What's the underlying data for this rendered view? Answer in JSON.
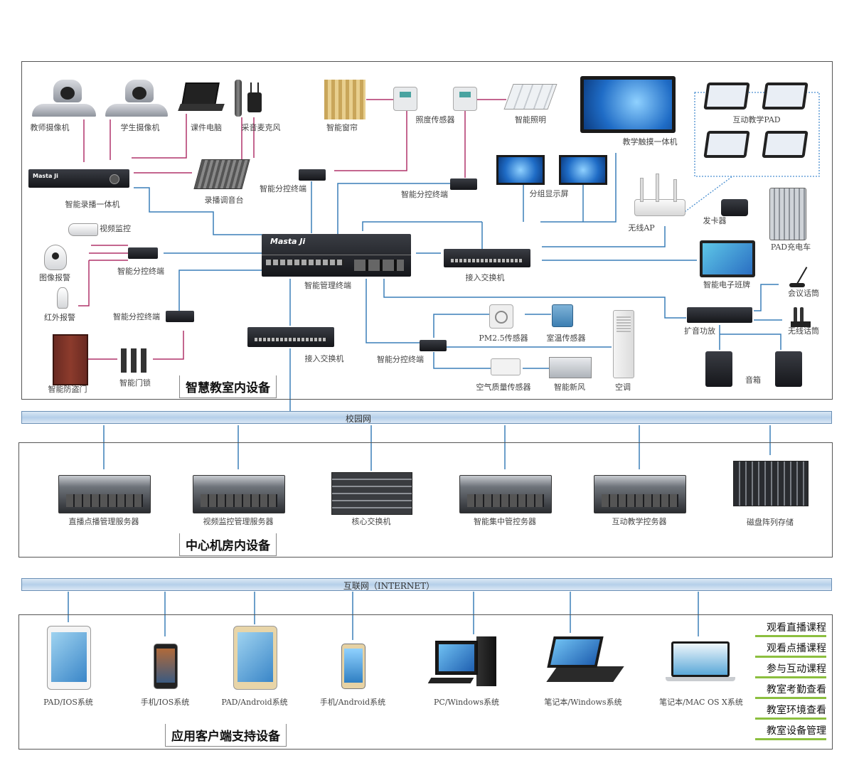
{
  "sections": {
    "classroom": "智慧教室内设备",
    "datacenter": "中心机房内设备",
    "clients": "应用客户端支持设备"
  },
  "networks": {
    "campus": "校园网",
    "internet": "互联网（INTERNET）"
  },
  "classroom_devices": {
    "teacher_camera": "教师摄像机",
    "student_camera": "学生摄像机",
    "course_pc": "课件电脑",
    "microphone": "采音麦克风",
    "curtain": "智能窗帘",
    "light_sensor": "照度传感器",
    "smart_lighting": "智能照明",
    "touch_all_in_one": "教学触摸一体机",
    "interactive_pad": "互动教学PAD",
    "recorder": "智能录播一体机",
    "mixer": "录播调音台",
    "ctrl_terminal_1": "智能分控终端",
    "ctrl_terminal_2": "智能分控终端",
    "group_display": "分组显示屏",
    "wireless_ap": "无线AP",
    "card_issuer": "发卡器",
    "pad_cart": "PAD充电车",
    "video_monitor": "视频监控",
    "image_alarm": "图像报警",
    "ctrl_terminal_3": "智能分控终端",
    "infrared_alarm": "红外报警",
    "ctrl_terminal_4": "智能分控终端",
    "security_door": "智能防盗门",
    "smart_lock": "智能门锁",
    "mgmt_terminal": "智能管理终端",
    "access_switch_1": "接入交换机",
    "access_switch_2": "接入交换机",
    "e_class_board": "智能电子班牌",
    "conference_mic": "会议话筒",
    "amplifier": "扩音功放",
    "wireless_mic": "无线话筒",
    "speaker": "音箱",
    "pm25": "PM2.5传感器",
    "temp_sensor": "室温传感器",
    "ctrl_terminal_5": "智能分控终端",
    "air_quality": "空气质量传感器",
    "fresh_air": "智能新风",
    "air_conditioner": "空调",
    "brand_text": "Masta Ji"
  },
  "datacenter_devices": [
    "直播点播管理服务器",
    "视频监控管理服务器",
    "核心交换机",
    "智能集中管控务器",
    "互动教学控务器",
    "磁盘阵列存储"
  ],
  "client_devices": [
    "PAD/IOS系统",
    "手机/IOS系统",
    "PAD/Android系统",
    "手机/Android系统",
    "PC/Windows系统",
    "笔记本/Windows系统",
    "笔记本/MAC OS X系统"
  ],
  "features": [
    "观看直播课程",
    "观看点播课程",
    "参与互动课程",
    "教室考勤查看",
    "教室环境查看",
    "教室设备管理"
  ],
  "colors": {
    "link_pink": "#b0336a",
    "link_blue": "#3a7fb8",
    "link_dotted": "#4a8fd0",
    "feature_underline": "#8cbf3f"
  }
}
